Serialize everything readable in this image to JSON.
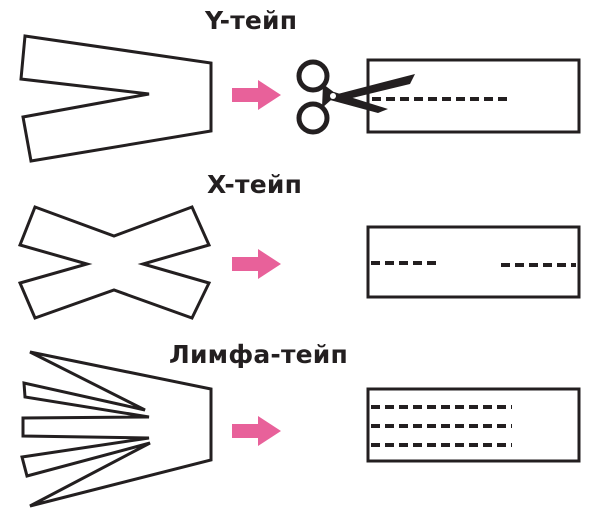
{
  "diagram": {
    "title": "Кинезиотейпы: формы нарезки",
    "rows": [
      {
        "id": "y-tape",
        "label": "Y-тейп",
        "shape": "y-shape",
        "cut_pattern": "single center cut from one end"
      },
      {
        "id": "x-tape",
        "label": "X-тейп",
        "shape": "x-shape",
        "cut_pattern": "center cuts from both ends"
      },
      {
        "id": "lymph-tape",
        "label": "Лимфа-тейп",
        "shape": "fan-shape",
        "cut_pattern": "multiple parallel cuts from one end"
      }
    ],
    "colors": {
      "stroke": "#231f20",
      "arrow": "#e8619a",
      "background": "#ffffff"
    },
    "icons": {
      "cut_tool": "scissors-icon",
      "arrow": "arrow-right-icon"
    }
  }
}
